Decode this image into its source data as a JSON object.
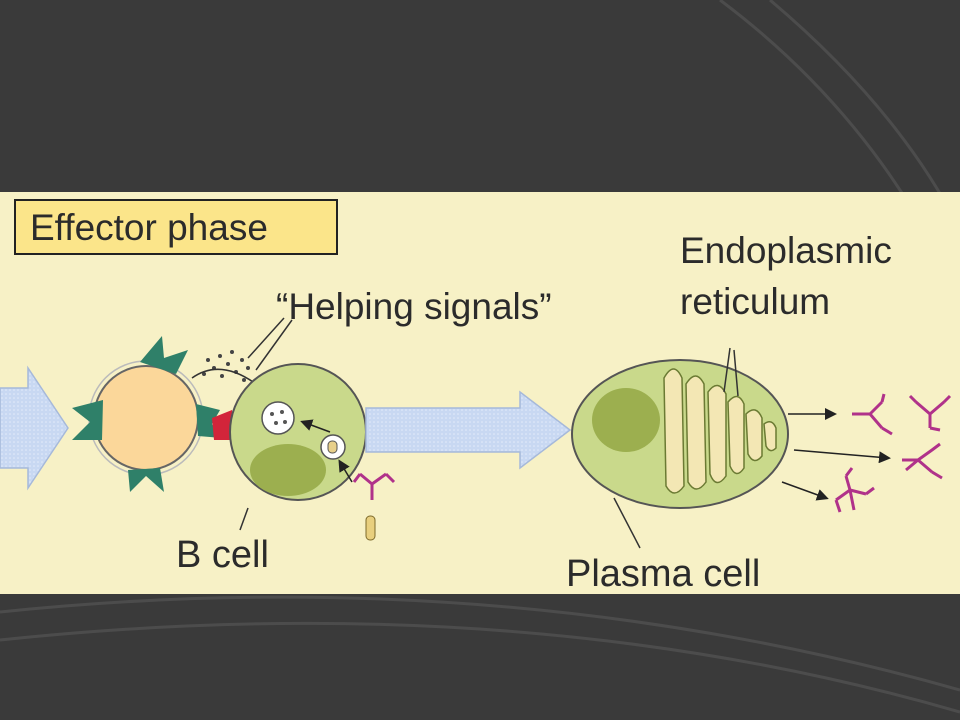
{
  "colors": {
    "slide_background": "#3a3a3a",
    "panel_background": "#f7f1c6",
    "title_box": "#fbe58a",
    "cell_fill": "#c9d98b",
    "cell_nucleus": "#9caf4f",
    "antigen_presenting_cell": "#fbd79a",
    "receptor_teal": "#2f8069",
    "mhc_red": "#d2253a",
    "antibody_magenta": "#b0328a",
    "arrow_fill": "#c8d8f2"
  },
  "labels": {
    "title": "Effector phase",
    "helping_signals": "“Helping signals”",
    "er_line1": "Endoplasmic",
    "er_line2": "reticulum",
    "b_cell": "B cell",
    "plasma_cell": "Plasma cell"
  },
  "icons": [
    "antibody-icon",
    "antigen-receptor-icon",
    "vesicle-icon",
    "signal-molecule-icon"
  ]
}
